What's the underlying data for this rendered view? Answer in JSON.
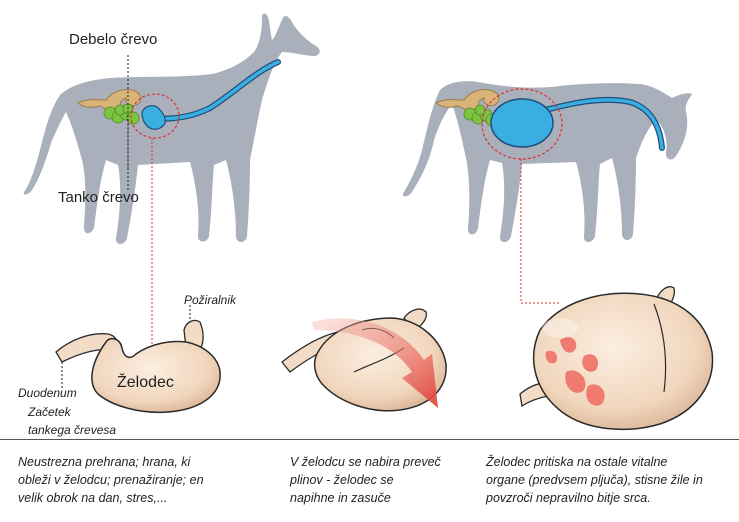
{
  "labels": {
    "large_intestine": "Debelo črevo",
    "small_intestine": "Tanko črevo",
    "esophagus": "Požiralnik",
    "stomach": "Želodec",
    "duodenum": "Duodenum",
    "small_intestine_start_line1": "Začetek",
    "small_intestine_start_line2": "tankega črevesa"
  },
  "captions": {
    "left": [
      "Neustrezna prehrana; hrana, ki",
      "obleži v želodcu; prenažiranje; en",
      "velik obrok na dan, stres,..."
    ],
    "middle": [
      "V želodcu se nabira preveč",
      "plinov - želodec se",
      "napihne in zasuče"
    ],
    "right": [
      "Želodec pritiska na ostale vitalne",
      "organe (predvsem pljuča), stisne žile in",
      "povzroči nepravilno bitje srca."
    ]
  },
  "colors": {
    "dog": "#a9b0bb",
    "stomach_fill": "#f3dcc6",
    "stomach_stroke": "#2b2b2b",
    "intestine_blue": "#3aaee0",
    "intestine_green": "#7ec242",
    "colon_tan": "#d9b478",
    "dashed_red": "#e03030",
    "arrow_red": "#e84a40",
    "lesion_red": "#f06a62"
  }
}
